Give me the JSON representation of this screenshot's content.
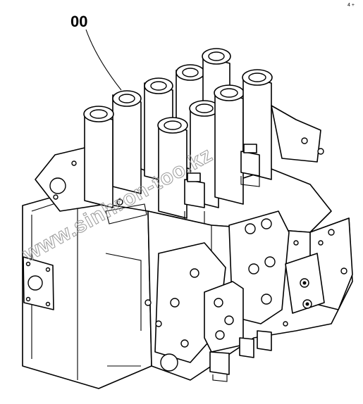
{
  "drawing": {
    "callout_label": "00",
    "watermark_text": "www.sinhron-too.kz",
    "corner_mark": "4 +"
  },
  "colors": {
    "ink": "#000000",
    "paper": "#ffffff",
    "watermark": "#9a9a9a"
  }
}
